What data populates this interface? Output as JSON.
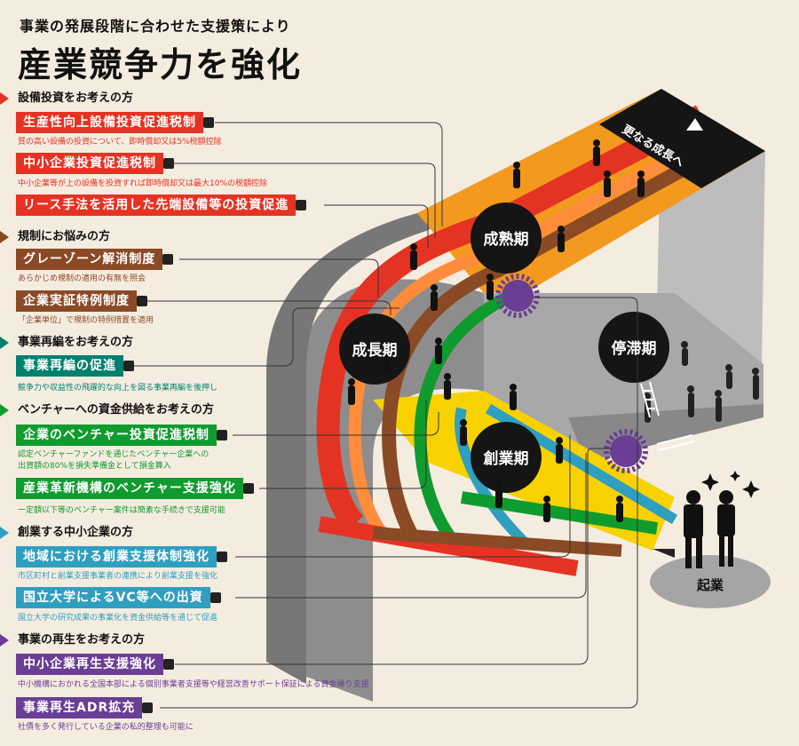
{
  "header": {
    "subtitle": "事業の発展段階に合わせた支援策により",
    "title": "産業競争力を強化"
  },
  "colors": {
    "red": "#e53323",
    "brown": "#8a4a25",
    "teal": "#00806e",
    "green": "#109b2e",
    "blue": "#2f9fc0",
    "purple": "#6a3e94",
    "yellow": "#f7d200",
    "orange": "#f39a1e",
    "background": "#f5ece0"
  },
  "sections": [
    {
      "heading": "設備投資をお考えの方",
      "items": [
        {
          "label": "生産性向上設備投資促進税制",
          "desc": "質の高い設備の投資について、即時償却又は5%税額控除"
        },
        {
          "label": "中小企業投資促進税制",
          "desc": "中小企業等が上の設備を投資すれば即時償却又は最大10%の税額控除"
        },
        {
          "label": "リース手法を活用した先端設備等の投資促進",
          "desc": ""
        }
      ]
    },
    {
      "heading": "規制にお悩みの方",
      "items": [
        {
          "label": "グレーゾーン解消制度",
          "desc": "あらかじめ規制の適用の有無を照会"
        },
        {
          "label": "企業実証特例制度",
          "desc": "「企業単位」で規制の特例措置を適用"
        }
      ]
    },
    {
      "heading": "事業再編をお考えの方",
      "items": [
        {
          "label": "事業再編の促進",
          "desc": "競争力や収益性の飛躍的な向上を図る事業再編を後押し"
        }
      ]
    },
    {
      "heading": "ベンチャーへの資金供給をお考えの方",
      "items": [
        {
          "label": "企業のベンチャー投資促進税制",
          "desc": "認定ベンチャーファンドを通じたベンチャー企業への",
          "desc2": "出資額の80%を損失準備金として損金算入"
        },
        {
          "label": "産業革新機構のベンチャー支援強化",
          "desc": "一定額以下等のベンチャー案件は簡素な手続きで支援可能"
        }
      ]
    },
    {
      "heading": "創業する中小企業の方",
      "items": [
        {
          "label": "地域における創業支援体制強化",
          "desc": "市区町村と創業支援事業者の連携により創業支援を強化"
        },
        {
          "label": "国立大学によるVC等への出資",
          "desc": "国立大学の研究成果の事業化を資金供給等を通じて促進"
        }
      ]
    },
    {
      "heading": "事業の再生をお考えの方",
      "items": [
        {
          "label": "中小企業再生支援強化",
          "desc": "中小機構におかれる全国本部による個別事業者支援等や経営改善サポート保証による資金繰り支援"
        },
        {
          "label": "事業再生ADR拡充",
          "desc": "社債を多く発行している企業の私的整理も可能に"
        }
      ]
    }
  ],
  "stages": {
    "maturity": "成熟期",
    "growth": "成長期",
    "startup": "創業期",
    "stagnation": "停滞期",
    "founding": "起業",
    "further_growth": "更なる成長へ"
  }
}
